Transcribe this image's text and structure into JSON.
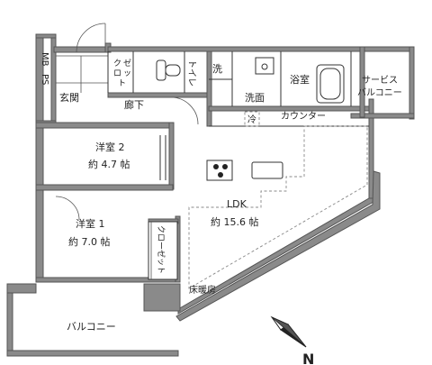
{
  "labels": {
    "mb": "MB",
    "ps": "PS",
    "closet_small": [
      "ク",
      "ゼ",
      "ロ",
      "ッ",
      "ト"
    ],
    "toilet": "トイレ",
    "wash": "洗",
    "washroom": "洗面",
    "bath": "浴室",
    "service_balcony_1": "サービス",
    "service_balcony_2": "バルコニー",
    "entrance": "玄関",
    "hallway": "廊下",
    "fridge": "冷",
    "counter": "カウンター",
    "bedroom2_name": "洋室 2",
    "bedroom2_size": "約 4.7 帖",
    "bedroom1_name": "洋室 1",
    "bedroom1_size": "約 7.0 帖",
    "closet": "クローゼット",
    "ldk_name": "LDK",
    "ldk_size": "約 15.6 帖",
    "floor_heating": "床暖房",
    "balcony": "バルコニー",
    "north": "N"
  },
  "icons": {
    "stove": "stove-icon",
    "sink": "sink-icon",
    "toilet": "toilet-icon",
    "bathtub": "bathtub-icon",
    "compass": "compass-icon"
  },
  "colors": {
    "wall": "#8a8a8a",
    "line": "#333333",
    "dash": "#888888"
  }
}
